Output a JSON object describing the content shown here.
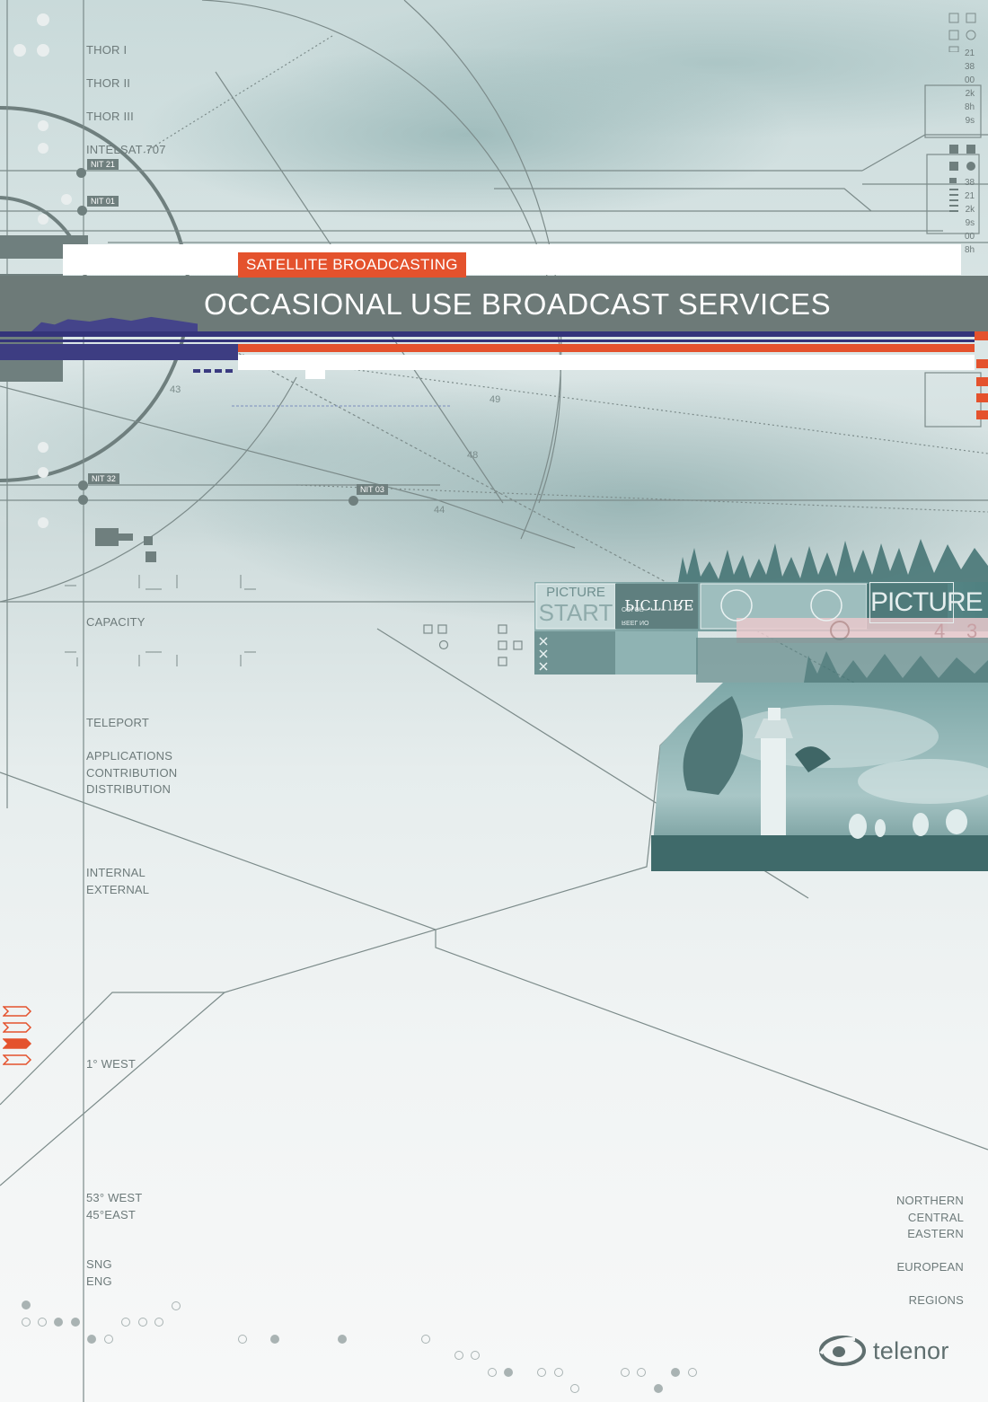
{
  "satellites": [
    "THOR I",
    "THOR II",
    "THOR III",
    "INTELSAT 707"
  ],
  "nit_tags": [
    "NIT 21",
    "NIT 01",
    "NIT 32",
    "NIT 03"
  ],
  "angle_numbers": [
    "43",
    "49",
    "48",
    "44"
  ],
  "category_tag": "SATELLITE BROADCASTING",
  "title": "OCCASIONAL USE BROADCAST SERVICES",
  "left_labels": {
    "capacity": "CAPACITY",
    "teleport": "TELEPORT",
    "applications": "APPLICATIONS\nCONTRIBUTION\nDISTRIBUTION",
    "internal": "INTERNAL\nEXTERNAL",
    "west1": "1° WEST",
    "positions": "53° WEST\n45°EAST",
    "sng": "SNG\nENG"
  },
  "right_labels": {
    "directions": "NORTHERN\nCENTRAL\nEASTERN",
    "european": "EUROPEAN",
    "regions": "REGIONS"
  },
  "top_right_codes_1": [
    "21",
    "38",
    "00",
    "2k",
    "8h",
    "9s"
  ],
  "top_right_codes_2": [
    "38",
    "21",
    "2k",
    "9s",
    "00",
    "8h"
  ],
  "film_panel": {
    "picture_start_1": "PICTURE",
    "picture_start_2": "START",
    "mirrored": "PICTURE",
    "color": "COLOR",
    "reel": "REEL NO",
    "big_picture": "PICTURE",
    "countdown": [
      "4",
      "3"
    ]
  },
  "brand": {
    "name": "telenor",
    "logo_icon": "telenor-logo-icon"
  },
  "colors": {
    "accent_orange": "#e4522d",
    "title_bar": "#6d7a78",
    "navy": "#34347a",
    "teal": "#7fa3a3"
  }
}
